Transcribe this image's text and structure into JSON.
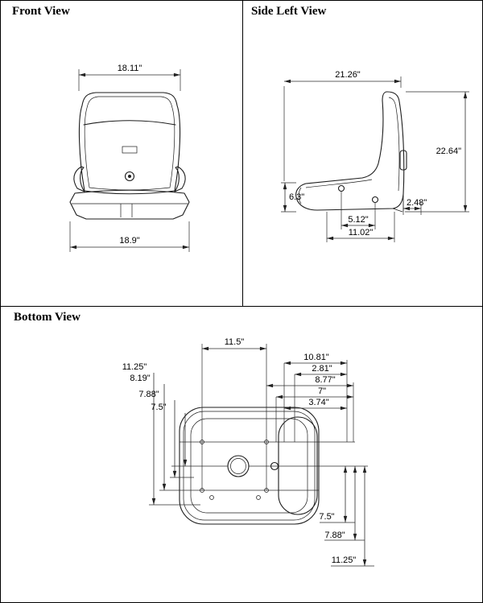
{
  "diagram": {
    "kind": "seat dimension drawing",
    "views": {
      "front": {
        "title": "Front View",
        "dims": {
          "top_width": "18.11\"",
          "bottom_width": "18.9\""
        }
      },
      "side_left": {
        "title": "Side Left View",
        "dims": {
          "depth_top": "21.26\"",
          "overall_height": "22.64\"",
          "front_height": "6.3\"",
          "rear_offset": "2.48\"",
          "hole_spacing": "5.12\"",
          "base_length": "11.02\""
        }
      },
      "bottom": {
        "title": "Bottom View",
        "dims": {
          "slot_width": "11.5\"",
          "w_10_81": "10.81\"",
          "w_2_81": "2.81\"",
          "w_8_77": "8.77\"",
          "w_7": "7\"",
          "w_3_74": "3.74\"",
          "l_11_25": "11.25\"",
          "l_8_19": "8.19\"",
          "l_7_88": "7.88\"",
          "l_7_5": "7.5\"",
          "r_7_5": "7.5\"",
          "r_7_88": "7.88\"",
          "r_11_25": "11.25\""
        }
      }
    }
  }
}
